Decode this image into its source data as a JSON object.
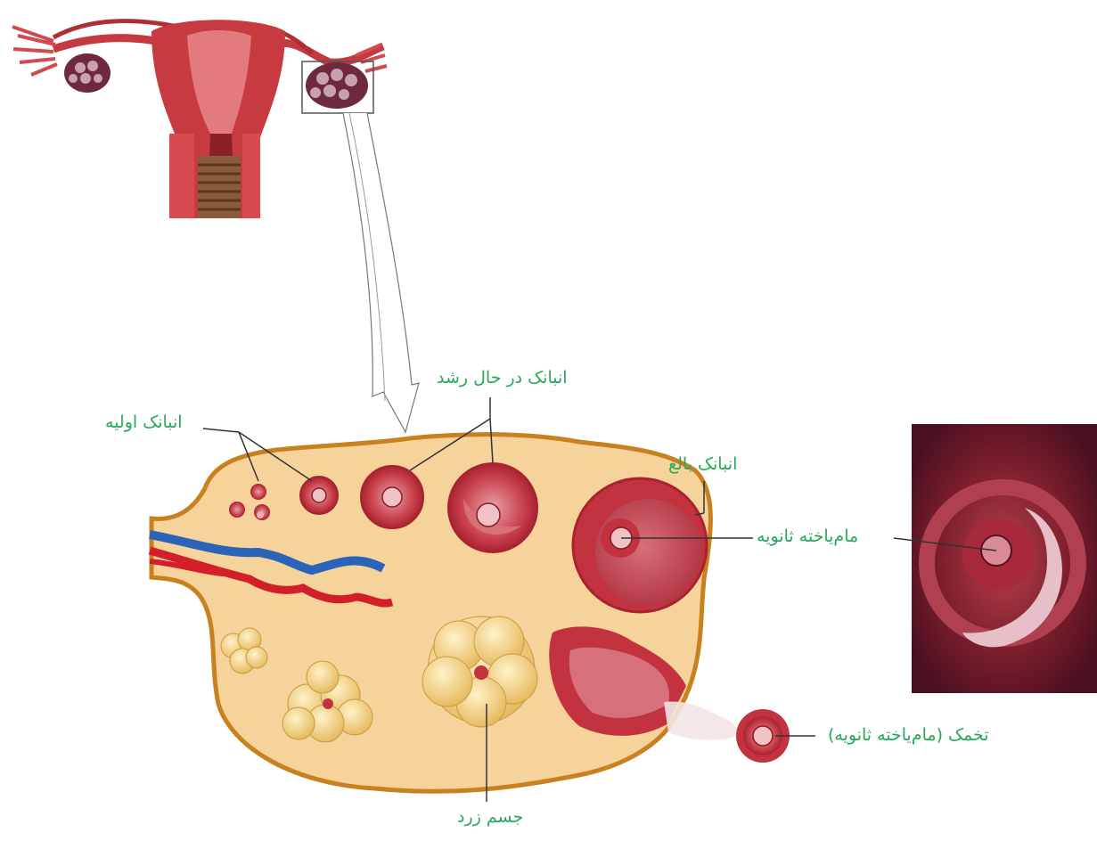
{
  "labels": {
    "primary_follicle": "انبانک اولیه",
    "growing_follicle": "انبانک در حال رشد",
    "mature_follicle": "انبانک بالغ",
    "secondary_oocyte": "مام‌یاخته ثانویه",
    "ovum": "تخمک (مام‌یاخته ثانویه)",
    "corpus_luteum": "جسم زرد"
  },
  "colors": {
    "label_text": "#27a85a",
    "ovary_tissue": "#f6d39a",
    "ovary_outline": "#c9801e",
    "follicle": "#c2333f",
    "follicle_cells": "#d85b66",
    "corpus_luteum": "#f0cf7a",
    "leader_line": "#333333",
    "artery": "#d21f2a",
    "vein": "#2a63b8"
  }
}
